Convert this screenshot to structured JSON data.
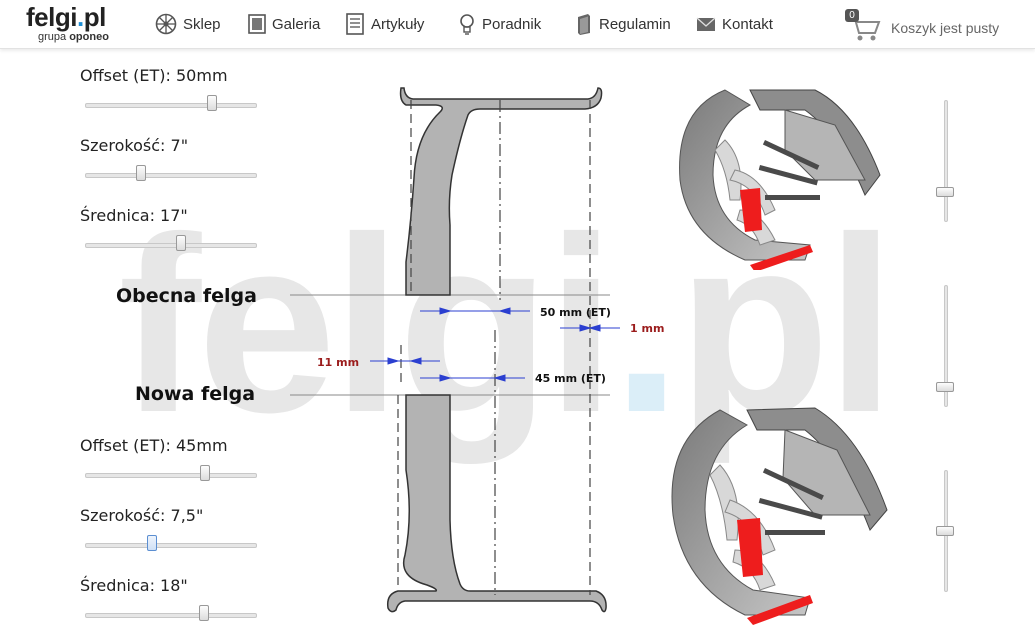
{
  "header": {
    "logo": {
      "name": "felgi",
      "dot": ".",
      "tld": "pl",
      "sub_prefix": "grupa",
      "sub_brand": "oponeo"
    },
    "nav": [
      {
        "label": "Sklep",
        "icon": "wheel-icon"
      },
      {
        "label": "Galeria",
        "icon": "frame-icon"
      },
      {
        "label": "Artykuły",
        "icon": "document-icon"
      },
      {
        "label": "Poradnik",
        "icon": "lightbulb-icon"
      },
      {
        "label": "Regulamin",
        "icon": "book-icon"
      },
      {
        "label": "Kontakt",
        "icon": "envelope-icon"
      }
    ],
    "cart": {
      "count": "0",
      "text": "Koszyk jest pusty",
      "icon": "cart-icon"
    }
  },
  "watermark": {
    "name": "felgi",
    "dot": ".",
    "tld": "pl"
  },
  "current_rim": {
    "offset_label": "Offset (ET): 50mm",
    "width_label": "Szerokość: 7\"",
    "diameter_label": "Średnica: 17\"",
    "offset_level": 0.76,
    "width_level": 0.32,
    "diameter_level": 0.57
  },
  "new_rim": {
    "offset_label": "Offset (ET): 45mm",
    "width_label": "Szerokość: 7,5\"",
    "diameter_label": "Średnica: 18\"",
    "offset_level": 0.72,
    "width_level": 0.39,
    "diameter_level": 0.71
  },
  "diagram": {
    "current_title": "Obecna felga",
    "new_title": "Nowa felga",
    "current_et": "50 mm (ET)",
    "new_et": "45 mm (ET)",
    "outer_diff": "1 mm",
    "inner_diff": "11 mm",
    "diff_color": "#9b1c1c",
    "arrow_color": "#2b3fd0"
  },
  "vertical_sliders": [
    {
      "name": "view-slider-top",
      "level": 0.79
    },
    {
      "name": "view-slider-middle",
      "level": 0.88
    },
    {
      "name": "view-slider-bottom",
      "level": 0.51
    }
  ],
  "accent": "#1e8fd6"
}
